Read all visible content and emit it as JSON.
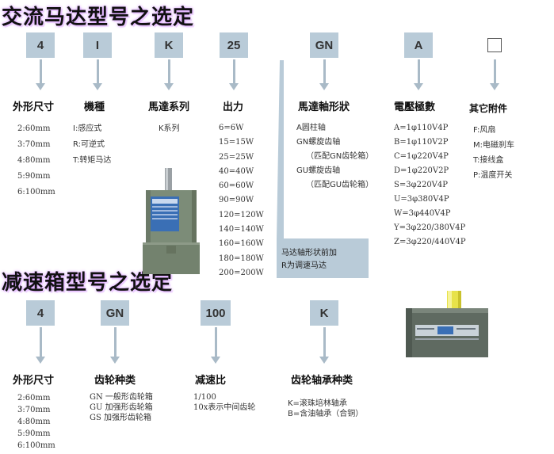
{
  "titles": {
    "ac_motor": "交流马达型号之选定",
    "gearbox": "减速箱型号之选定"
  },
  "motor_section": {
    "codes": [
      "4",
      "I",
      "K",
      "25",
      "GN",
      "A",
      ""
    ],
    "columns": [
      {
        "heading": "外形尺寸",
        "items": [
          "2:60mm",
          "3:70mm",
          "4:80mm",
          "5:90mm",
          "6:100mm"
        ]
      },
      {
        "heading": "機種",
        "items": [
          "I:感应式",
          "R:可逆式",
          "T:转矩马达"
        ]
      },
      {
        "heading": "馬達系列",
        "items": [
          "K系列"
        ]
      },
      {
        "heading": "出力",
        "items": [
          "6=6W",
          "15=15W",
          "25=25W",
          "40=40W",
          "60=60W",
          "90=90W",
          "120=120W",
          "140=140W",
          "160=160W",
          "180=180W",
          "200=200W"
        ]
      },
      {
        "heading": "馬達軸形狀",
        "items": [
          "A圆柱轴",
          "GN螺旋齿轴",
          "（匹配GN齿轮箱）",
          "GU螺旋齿轴",
          "（匹配GU齿轮箱）"
        ]
      },
      {
        "heading": "電壓極數",
        "items": [
          "A=1φ110V4P",
          "B=1φ110V2P",
          "C=1φ220V4P",
          "D=1φ220V2P",
          "S=3φ220V4P",
          "U=3φ380V4P",
          "W=3φ440V4P",
          "Y=3φ220/380V4P",
          "Z=3φ220/440V4P"
        ]
      },
      {
        "heading": "其它附件",
        "items": [
          "F:风扇",
          "M:电磁刹车",
          "T:接线盒",
          "P:温度开关"
        ]
      }
    ],
    "note": [
      "马达轴形状前加",
      "R为调速马达"
    ]
  },
  "gearbox_section": {
    "codes": [
      "4",
      "GN",
      "100",
      "K"
    ],
    "columns": [
      {
        "heading": "外形尺寸",
        "items": [
          "2:60mm",
          "3:70mm",
          "4:80mm",
          "5:90mm",
          "6:100mm"
        ]
      },
      {
        "heading": "齿轮种类",
        "items": [
          "GN 一般形齿轮箱",
          "GU 加强形齿轮箱",
          "GS 加强形齿轮箱"
        ]
      },
      {
        "heading": "减速比",
        "items": [
          "1/100",
          "10x表示中间齿轮"
        ]
      },
      {
        "heading": "齿轮轴承种类",
        "items": [
          "K=滚珠培林轴承",
          "B=含油轴承（合铜）"
        ]
      }
    ]
  },
  "colors": {
    "code_box": "#b9cbd8",
    "arrow": "#a9bac7",
    "title_glow": "#d9a0ff",
    "motor_body": "#7c8c78",
    "motor_label": "#3a6fb5",
    "shaft": "#e7e24a"
  },
  "icons": {
    "arrows": "down-arrow-icon",
    "empty_code": "empty-square-icon",
    "motor": "ac-motor-illustration",
    "gearbox": "gearbox-illustration"
  }
}
